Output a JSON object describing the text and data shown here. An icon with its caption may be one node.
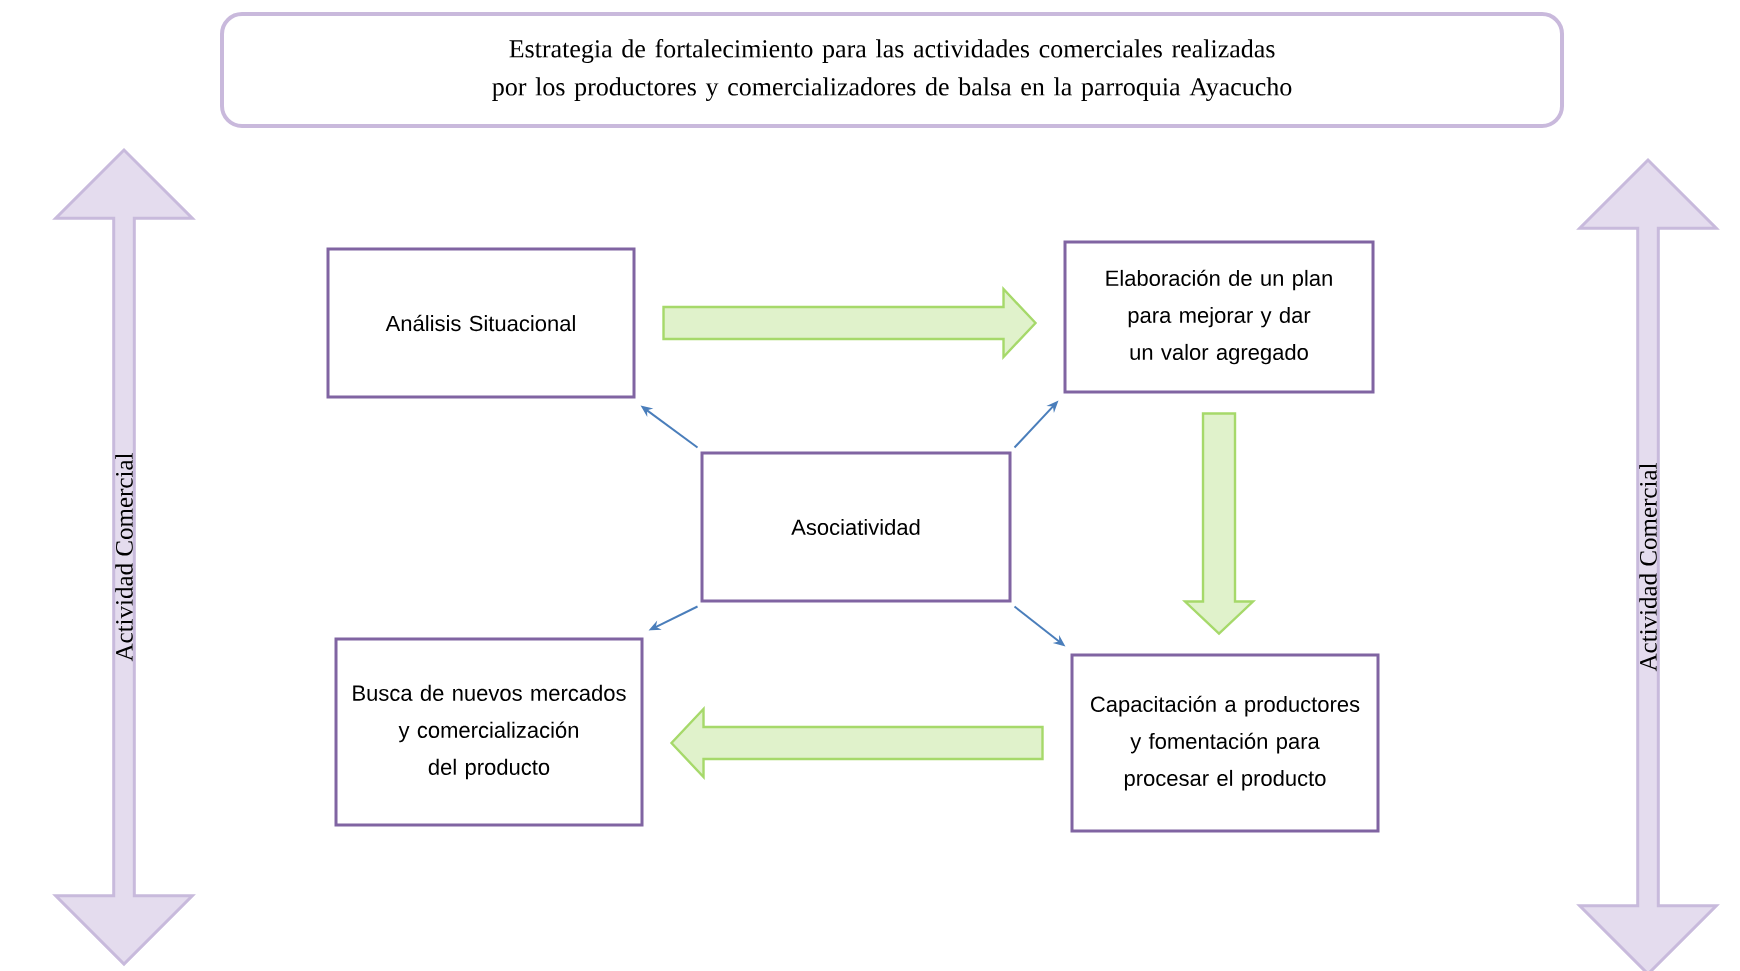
{
  "diagram": {
    "nodes": [
      {
        "text": [
          "Estrategia de fortalecimiento para las actividades comerciales realizadas por los productores y comercializadores de balsa en la parroquia Ayacucho"
        ]
      },
      {
        "text": [
          "Actividad Comercial"
        ]
      },
      {
        "text": [
          "Análisis Situacional"
        ]
      },
      {
        "text": [
          "Elaboración de un plan para mejorar y dar un valor agregado"
        ]
      },
      {
        "text": [
          "Asociatividad"
        ]
      },
      {
        "text": [
          "Busca de nuevos mercados y comercialización del producto"
        ]
      },
      {
        "text": [
          "Capacitación a productores y fomentación para procesar el producto"
        ]
      },
      {
        "text": [
          "Actividad Comercial"
        ]
      }
    ],
    "edges": [
      {
        "from": 4,
        "to": 2,
        "arrow": "to"
      },
      {
        "from": 4,
        "to": 3,
        "arrow": "to"
      },
      {
        "from": 4,
        "to": 5,
        "arrow": "to"
      },
      {
        "from": 4,
        "to": 6,
        "arrow": "to"
      },
      {
        "from": 2,
        "to": 3,
        "arrow": "to",
        "style": "thick",
        "color": "#a6d96a"
      },
      {
        "from": 3,
        "to": 6,
        "arrow": "to",
        "style": "thick",
        "color": "#a6d96a"
      },
      {
        "from": 6,
        "to": 5,
        "arrow": "to",
        "style": "thick",
        "color": "#a6d96a"
      }
    ]
  }
}
